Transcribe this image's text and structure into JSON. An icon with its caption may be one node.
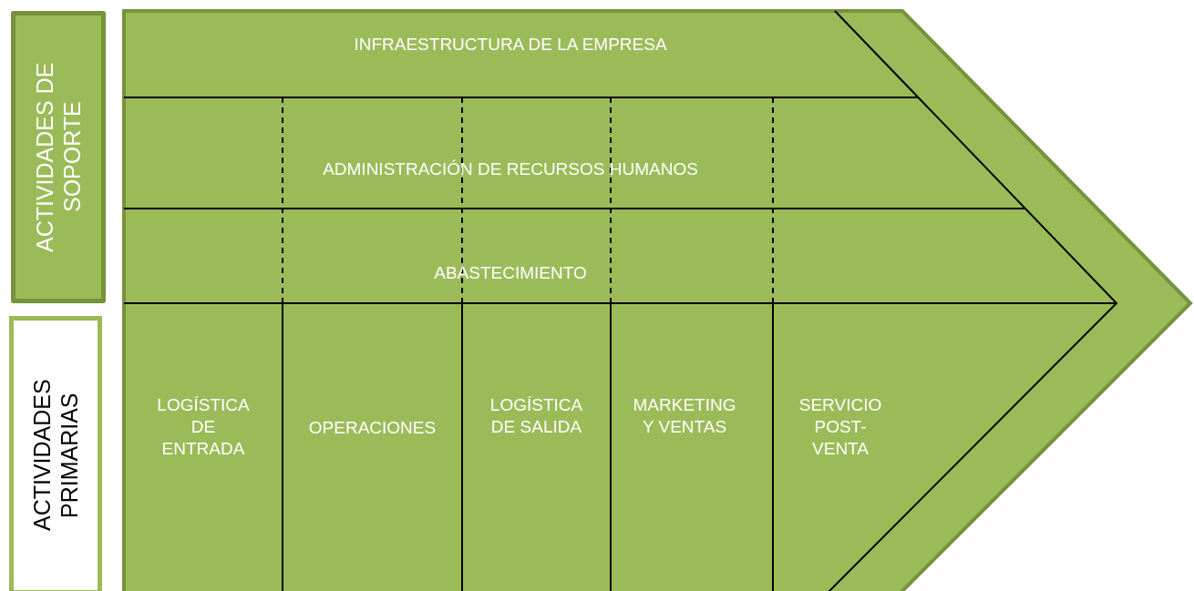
{
  "diagram": {
    "nodes": [
      {
        "text": [
          "ACTIVIDADES DE SOPORTE"
        ]
      },
      {
        "text": [
          "ACTIVIDADES PRIMARIAS"
        ]
      },
      {
        "text": [
          "INFRAESTRUCTURA DE LA EMPRESA"
        ]
      },
      {
        "text": [
          "ADMINISTRACIÓN DE RECURSOS HUMANOS"
        ]
      },
      {
        "text": [
          "ABASTECIMIENTO"
        ]
      },
      {
        "text": [
          "LOGÍSTICA DE ENTRADA"
        ]
      },
      {
        "text": [
          "OPERACIONES"
        ]
      },
      {
        "text": [
          "LOGÍSTICA DE SALIDA"
        ]
      },
      {
        "text": [
          "MARKETING Y VENTAS"
        ]
      },
      {
        "text": [
          "SERVICIO POST-VENTA"
        ]
      }
    ]
  }
}
